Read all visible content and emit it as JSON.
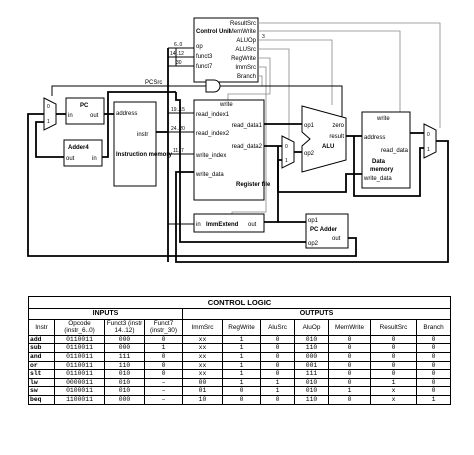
{
  "control_unit": {
    "title": "Control Unit",
    "inputs": [
      "op",
      "funct3",
      "funct7"
    ],
    "input_bits": [
      "6..0",
      "14..12",
      "30"
    ],
    "outputs": [
      "ResultSrc",
      "MemWrite",
      "ALUOp",
      "ALUSrc",
      "RegWrite",
      "ImmSrc",
      "Branch"
    ],
    "aluop_width": "3"
  },
  "pcsrc_label": "PCSrc",
  "pc_mux": {
    "in0": "0",
    "in1": "1"
  },
  "pc": {
    "title": "PC",
    "in": "in",
    "out": "out"
  },
  "adder4": {
    "title": "Adder4",
    "out": "out",
    "in": "in"
  },
  "imem": {
    "port_address": "address",
    "port_instr": "instr",
    "title": "Instruction memory"
  },
  "regfile": {
    "write": "write",
    "read_index1": "read_index1",
    "read_index2": "read_index2",
    "write_index": "write_index",
    "write_data": "write_data",
    "read_data1": "read_data1",
    "read_data2": "read_data2",
    "title": "Register file",
    "bits_index1": "19..15",
    "bits_index2": "24..20",
    "bits_write": "11..7"
  },
  "alu_mux": {
    "in0": "0",
    "in1": "1"
  },
  "alu": {
    "op1": "op1",
    "op2": "op2",
    "zero": "zero",
    "result": "result",
    "title": "ALU"
  },
  "dmem": {
    "write": "write",
    "address": "address",
    "read_data": "read_data",
    "title": "Data memory",
    "write_data": "write_data"
  },
  "result_mux": {
    "in0": "0",
    "in1": "1"
  },
  "immextend": {
    "in": "in",
    "title": "ImmExtend",
    "out": "out"
  },
  "pcadder": {
    "op1": "op1",
    "title": "PC Adder",
    "out": "out",
    "op2": "op2"
  },
  "table": {
    "title": "CONTROL LOGIC",
    "inputs_label": "INPUTS",
    "outputs_label": "OUTPUTS",
    "headers": [
      "Instr",
      "Opcode (instr_6..0)",
      "Funct3 (instr 14..12)",
      "Funct7 (instr_30)",
      "ImmSrc",
      "RegWrite",
      "AluSrc",
      "AluOp",
      "MemWrite",
      "ResultSrc",
      "Branch"
    ],
    "rows": [
      [
        "add",
        "0110011",
        "000",
        "0",
        "xx",
        "1",
        "0",
        "010",
        "0",
        "0",
        "0"
      ],
      [
        "sub",
        "0110011",
        "000",
        "1",
        "xx",
        "1",
        "0",
        "110",
        "0",
        "0",
        "0"
      ],
      [
        "and",
        "0110011",
        "111",
        "0",
        "xx",
        "1",
        "0",
        "000",
        "0",
        "0",
        "0"
      ],
      [
        "or",
        "0110011",
        "110",
        "0",
        "xx",
        "1",
        "0",
        "001",
        "0",
        "0",
        "0"
      ],
      [
        "slt",
        "0110011",
        "010",
        "0",
        "xx",
        "1",
        "0",
        "111",
        "0",
        "0",
        "0"
      ],
      [
        "lw",
        "0000011",
        "010",
        "–",
        "00",
        "1",
        "1",
        "010",
        "0",
        "1",
        "0"
      ],
      [
        "sw",
        "0100011",
        "010",
        "–",
        "01",
        "0",
        "1",
        "010",
        "1",
        "x",
        "0"
      ],
      [
        "beq",
        "1100011",
        "000",
        "–",
        "10",
        "0",
        "0",
        "110",
        "0",
        "x",
        "1"
      ]
    ]
  }
}
